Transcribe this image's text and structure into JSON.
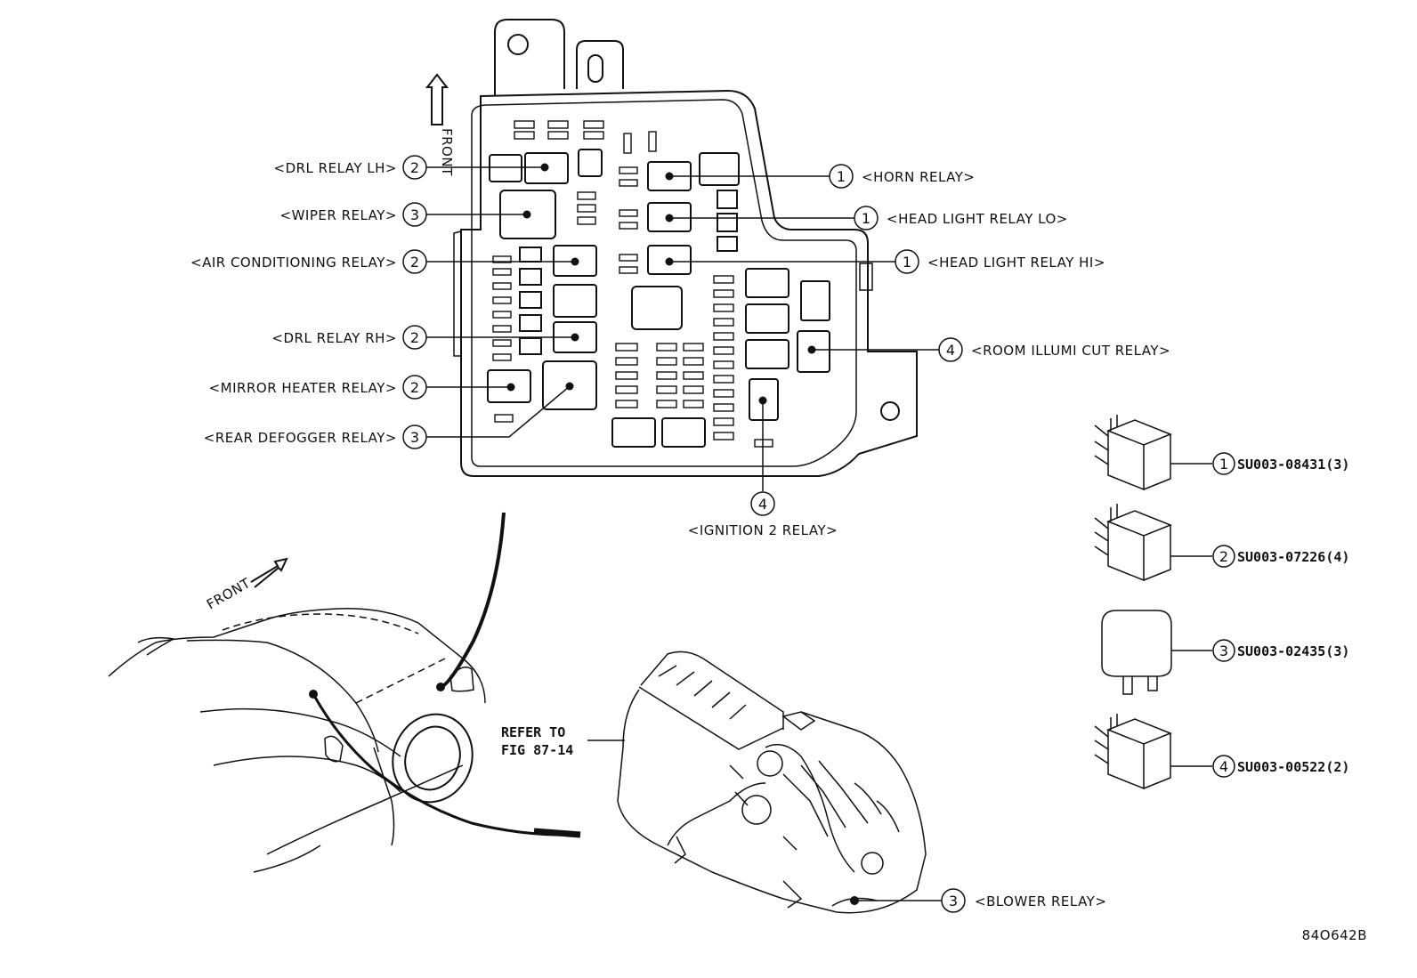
{
  "diagram": {
    "front_label_box": "FRONT",
    "front_label_car": "FRONT",
    "relays_left": [
      {
        "num": "2",
        "label": "<DRL RELAY LH>"
      },
      {
        "num": "3",
        "label": "<WIPER RELAY>"
      },
      {
        "num": "2",
        "label": "<AIR CONDITIONING RELAY>"
      },
      {
        "num": "2",
        "label": "<DRL RELAY RH>"
      },
      {
        "num": "2",
        "label": "<MIRROR HEATER RELAY>"
      },
      {
        "num": "3",
        "label": "<REAR DEFOGGER RELAY>"
      }
    ],
    "relays_right": [
      {
        "num": "1",
        "label": "<HORN RELAY>"
      },
      {
        "num": "1",
        "label": "<HEAD LIGHT RELAY LO>"
      },
      {
        "num": "1",
        "label": "<HEAD LIGHT RELAY HI>"
      },
      {
        "num": "4",
        "label": "<ROOM ILLUMI CUT RELAY>"
      }
    ],
    "relay_bottom": {
      "num": "4",
      "label": "<IGNITION 2 RELAY>"
    },
    "blower": {
      "num": "3",
      "label": "<BLOWER RELAY>"
    },
    "refer_line1": "REFER TO",
    "refer_line2": "FIG 87-14",
    "parts": [
      {
        "num": "1",
        "code": "SU003-08431(3)"
      },
      {
        "num": "2",
        "code": "SU003-07226(4)"
      },
      {
        "num": "3",
        "code": "SU003-02435(3)"
      },
      {
        "num": "4",
        "code": "SU003-00522(2)"
      }
    ],
    "figure_id": "84O642B"
  }
}
